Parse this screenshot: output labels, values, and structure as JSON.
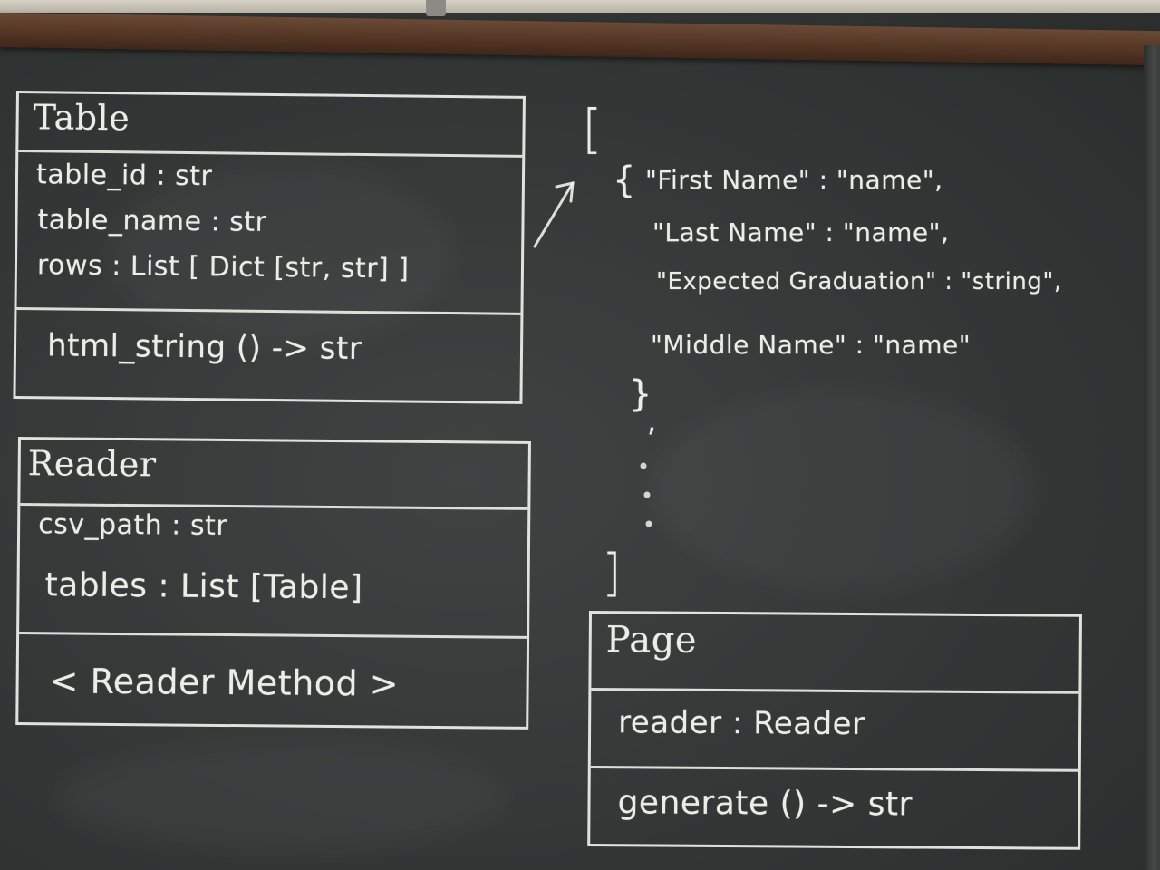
{
  "diagram": {
    "classes": [
      {
        "name": "Table",
        "attributes": [
          "table_id : str",
          "table_name : str",
          "rows : List [ Dict [str, str] ]"
        ],
        "methods": [
          "html_string () -> str"
        ]
      },
      {
        "name": "Reader",
        "attributes": [
          "csv_path : str",
          "tables : List [Table]"
        ],
        "methods": [
          "< Reader Method >"
        ]
      },
      {
        "name": "Page",
        "attributes": [
          "reader : Reader"
        ],
        "methods": [
          "generate () -> str"
        ]
      }
    ],
    "json_example": {
      "open_list": "[",
      "open_obj": "{",
      "lines": [
        "\"First Name\" : \"name\",",
        "\"Last Name\" : \"name\",",
        "\"Expected Graduation\" : \"string\",",
        "\"Middle Name\" : \"name\""
      ],
      "close_obj": "}",
      "close_obj_comma": ",",
      "close_list": "]"
    }
  },
  "colors": {
    "board": "#353938",
    "chalk": "#ececea",
    "frame": "#553625"
  }
}
